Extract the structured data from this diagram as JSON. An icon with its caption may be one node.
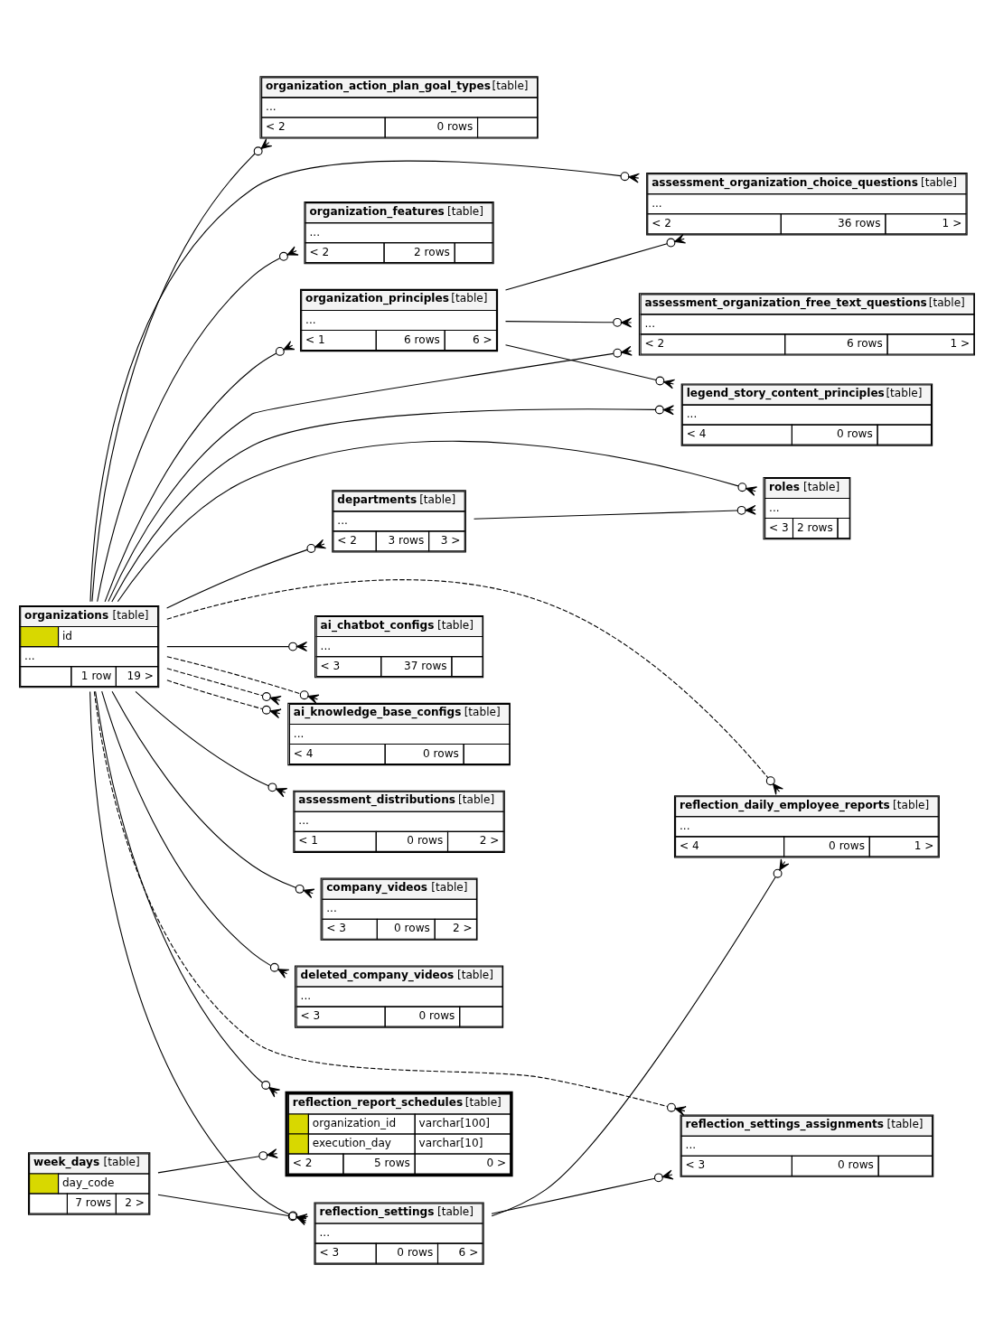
{
  "diagram": {
    "nodes": [
      {
        "text": [
          "organizations",
          "[table]",
          "id",
          "...",
          "1 row",
          "19 >"
        ]
      },
      {
        "text": [
          "assessment_organization_choice_questions",
          "[table]",
          "...",
          "< 2",
          "36 rows",
          "1 >"
        ]
      },
      {
        "text": [
          "ai_chatbot_configs",
          "[table]",
          "...",
          "< 3",
          "37 rows"
        ]
      },
      {
        "text": [
          "ai_knowledge_base_configs",
          "[table]",
          "...",
          "< 4",
          "0 rows"
        ]
      },
      {
        "text": [
          "assessment_organization_free_text_questions",
          "[table]",
          "...",
          "< 2",
          "6 rows",
          "1 >"
        ]
      },
      {
        "text": [
          "assessment_distributions",
          "[table]",
          "...",
          "< 1",
          "0 rows",
          "2 >"
        ]
      },
      {
        "text": [
          "organization_principles",
          "[table]",
          "...",
          "< 1",
          "6 rows",
          "6 >"
        ]
      },
      {
        "text": [
          "legend_story_content_principles",
          "[table]",
          "...",
          "< 4",
          "0 rows"
        ]
      },
      {
        "text": [
          "company_videos",
          "[table]",
          "...",
          "< 3",
          "0 rows",
          "2 >"
        ]
      },
      {
        "text": [
          "deleted_company_videos",
          "[table]",
          "...",
          "< 3",
          "0 rows"
        ]
      },
      {
        "text": [
          "roles",
          "[table]",
          "...",
          "< 3",
          "2 rows"
        ]
      },
      {
        "text": [
          "departments",
          "[table]",
          "...",
          "< 2",
          "3 rows",
          "3 >"
        ]
      },
      {
        "text": [
          "organization_action_plan_goal_types",
          "[table]",
          "...",
          "< 2",
          "0 rows"
        ]
      },
      {
        "text": [
          "organization_features",
          "[table]",
          "...",
          "< 2",
          "2 rows"
        ]
      },
      {
        "text": [
          "reflection_daily_employee_reports",
          "[table]",
          "...",
          "< 4",
          "0 rows",
          "1 >"
        ]
      },
      {
        "text": [
          "reflection_settings",
          "[table]",
          "...",
          "< 3",
          "0 rows",
          "6 >"
        ]
      },
      {
        "text": [
          "week_days",
          "[table]",
          "day_code",
          "7 rows",
          "2 >"
        ]
      },
      {
        "text": [
          "reflection_settings_assignments",
          "[table]",
          "...",
          "< 3",
          "0 rows"
        ]
      },
      {
        "text": [
          "reflection_report_schedules",
          "[table]",
          "organization_id",
          "varchar[100]",
          "execution_day",
          "varchar[10]",
          "< 2",
          "5 rows",
          "0 >"
        ]
      }
    ],
    "edges": [
      {
        "from": 0,
        "to": 1,
        "arrow": "other"
      },
      {
        "from": 0,
        "to": 4,
        "arrow": "other"
      },
      {
        "from": 0,
        "to": 2,
        "arrow": "other"
      },
      {
        "from": 0,
        "to": 3,
        "arrow": "other",
        "style": "dashed"
      },
      {
        "from": 0,
        "to": 3,
        "arrow": "other",
        "style": "dashed"
      },
      {
        "from": 0,
        "to": 3,
        "arrow": "other",
        "style": "dashed"
      },
      {
        "from": 0,
        "to": 5,
        "arrow": "other"
      },
      {
        "from": 0,
        "to": 6,
        "arrow": "other"
      },
      {
        "from": 0,
        "to": 7,
        "arrow": "other"
      },
      {
        "from": 0,
        "to": 8,
        "arrow": "other"
      },
      {
        "from": 0,
        "to": 9,
        "arrow": "other"
      },
      {
        "from": 0,
        "to": 10,
        "arrow": "other"
      },
      {
        "from": 0,
        "to": 11,
        "arrow": "other"
      },
      {
        "from": 0,
        "to": 12,
        "arrow": "other"
      },
      {
        "from": 0,
        "to": 13,
        "arrow": "other"
      },
      {
        "from": 0,
        "to": 14,
        "arrow": "other",
        "style": "dashed"
      },
      {
        "from": 0,
        "to": 15,
        "arrow": "other"
      },
      {
        "from": 0,
        "to": 17,
        "arrow": "other",
        "style": "dashed"
      },
      {
        "from": 0,
        "to": 18,
        "arrow": "other"
      },
      {
        "from": 6,
        "to": 1,
        "arrow": "other"
      },
      {
        "from": 6,
        "to": 4,
        "arrow": "other"
      },
      {
        "from": 6,
        "to": 7,
        "arrow": "other"
      },
      {
        "from": 11,
        "to": 10,
        "arrow": "other"
      },
      {
        "from": 15,
        "to": 14,
        "arrow": "other"
      },
      {
        "from": 15,
        "to": 17,
        "arrow": "other"
      },
      {
        "from": 16,
        "to": 15,
        "arrow": "other"
      },
      {
        "from": 16,
        "to": 18,
        "arrow": "other"
      }
    ]
  }
}
